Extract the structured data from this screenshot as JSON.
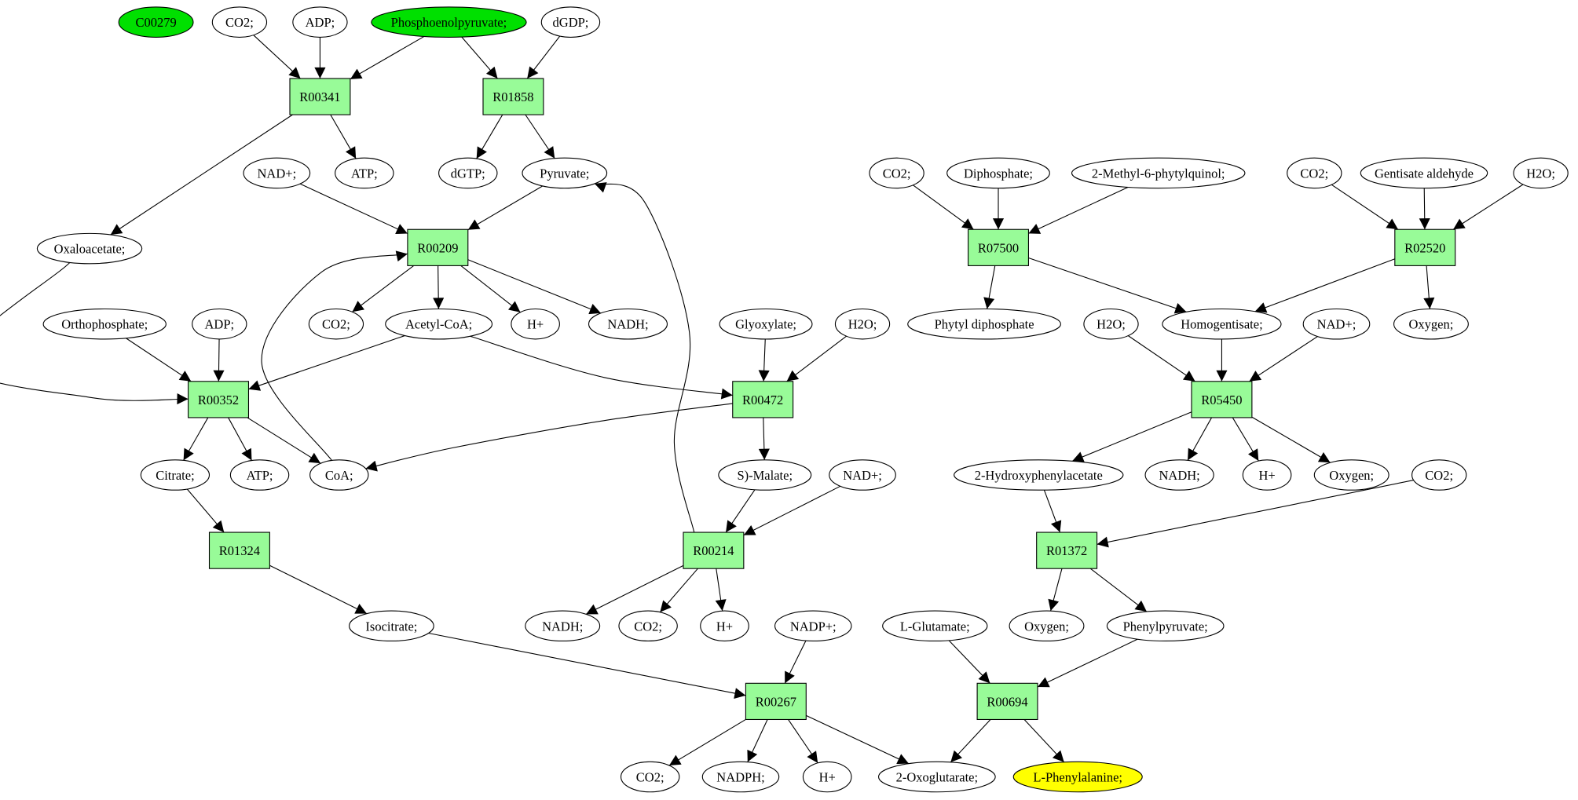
{
  "metabolites": [
    {
      "id": "m1",
      "label": "C00279",
      "role": "start"
    },
    {
      "id": "m2",
      "label": "CO2;"
    },
    {
      "id": "m3",
      "label": "ADP;"
    },
    {
      "id": "m4",
      "label": "Phosphoenolpyruvate;",
      "role": "start"
    },
    {
      "id": "m5",
      "label": "dGDP;"
    },
    {
      "id": "m6",
      "label": "NAD+;"
    },
    {
      "id": "m7",
      "label": "ATP;"
    },
    {
      "id": "m8",
      "label": "dGTP;"
    },
    {
      "id": "m9",
      "label": "Pyruvate;"
    },
    {
      "id": "m10",
      "label": "Oxaloacetate;"
    },
    {
      "id": "m11",
      "label": "Orthophosphate;"
    },
    {
      "id": "m12",
      "label": "ADP;"
    },
    {
      "id": "m13",
      "label": "CO2;"
    },
    {
      "id": "m14",
      "label": "Acetyl-CoA;"
    },
    {
      "id": "m15",
      "label": "H+"
    },
    {
      "id": "m16",
      "label": "NADH;"
    },
    {
      "id": "m17",
      "label": "Glyoxylate;"
    },
    {
      "id": "m18",
      "label": "H2O;"
    },
    {
      "id": "m19",
      "label": "Citrate;"
    },
    {
      "id": "m20",
      "label": "ATP;"
    },
    {
      "id": "m21",
      "label": "CoA;"
    },
    {
      "id": "m22",
      "label": "S)-Malate;"
    },
    {
      "id": "m23",
      "label": "NAD+;"
    },
    {
      "id": "m24",
      "label": "Isocitrate;"
    },
    {
      "id": "m25",
      "label": "NADH;"
    },
    {
      "id": "m26",
      "label": "CO2;"
    },
    {
      "id": "m27",
      "label": "H+"
    },
    {
      "id": "m28",
      "label": "NADP+;"
    },
    {
      "id": "m29",
      "label": "CO2;"
    },
    {
      "id": "m30",
      "label": "NADPH;"
    },
    {
      "id": "m31",
      "label": "H+"
    },
    {
      "id": "m32",
      "label": "2-Oxoglutarate;"
    },
    {
      "id": "m33",
      "label": "L-Phenylalanine;",
      "role": "target"
    },
    {
      "id": "m34",
      "label": "L-Glutamate;"
    },
    {
      "id": "m35",
      "label": "Oxygen;"
    },
    {
      "id": "m36",
      "label": "Phenylpyruvate;"
    },
    {
      "id": "m37",
      "label": "CO2;"
    },
    {
      "id": "m38",
      "label": "Diphosphate;"
    },
    {
      "id": "m39",
      "label": "2-Methyl-6-phytylquinol;"
    },
    {
      "id": "m40",
      "label": "CO2;"
    },
    {
      "id": "m41",
      "label": "Gentisate aldehyde"
    },
    {
      "id": "m42",
      "label": "H2O;"
    },
    {
      "id": "m43",
      "label": "Phytyl diphosphate"
    },
    {
      "id": "m44",
      "label": "H2O;"
    },
    {
      "id": "m45",
      "label": "Homogentisate;"
    },
    {
      "id": "m46",
      "label": "NAD+;"
    },
    {
      "id": "m47",
      "label": "Oxygen;"
    },
    {
      "id": "m48",
      "label": "2-Hydroxyphenylacetate"
    },
    {
      "id": "m49",
      "label": "NADH;"
    },
    {
      "id": "m50",
      "label": "H+"
    },
    {
      "id": "m51",
      "label": "Oxygen;"
    },
    {
      "id": "m52",
      "label": "CO2;"
    }
  ],
  "reactions": [
    {
      "id": "r1",
      "label": "R00341"
    },
    {
      "id": "r2",
      "label": "R01858"
    },
    {
      "id": "r3",
      "label": "R00209"
    },
    {
      "id": "r4",
      "label": "R00352"
    },
    {
      "id": "r5",
      "label": "R00472"
    },
    {
      "id": "r6",
      "label": "R01324"
    },
    {
      "id": "r7",
      "label": "R00214"
    },
    {
      "id": "r8",
      "label": "R00267"
    },
    {
      "id": "r9",
      "label": "R00694"
    },
    {
      "id": "r10",
      "label": "R07500"
    },
    {
      "id": "r11",
      "label": "R02520"
    },
    {
      "id": "r12",
      "label": "R05450"
    },
    {
      "id": "r13",
      "label": "R01372"
    }
  ],
  "edges": [
    [
      "m2",
      "r1"
    ],
    [
      "m3",
      "r1"
    ],
    [
      "m4",
      "r1"
    ],
    [
      "r1",
      "m7"
    ],
    [
      "r1",
      "m10"
    ],
    [
      "m4",
      "r2"
    ],
    [
      "m5",
      "r2"
    ],
    [
      "r2",
      "m8"
    ],
    [
      "r2",
      "m9"
    ],
    [
      "m6",
      "r3"
    ],
    [
      "m9",
      "r3"
    ],
    [
      "m21",
      "r3"
    ],
    [
      "r3",
      "m13"
    ],
    [
      "r3",
      "m14"
    ],
    [
      "r3",
      "m15"
    ],
    [
      "r3",
      "m16"
    ],
    [
      "m10",
      "r4"
    ],
    [
      "m11",
      "r4"
    ],
    [
      "m12",
      "r4"
    ],
    [
      "m14",
      "r4"
    ],
    [
      "r4",
      "m19"
    ],
    [
      "r4",
      "m20"
    ],
    [
      "r4",
      "m21"
    ],
    [
      "m14",
      "r5"
    ],
    [
      "m17",
      "r5"
    ],
    [
      "m18",
      "r5"
    ],
    [
      "r5",
      "m21"
    ],
    [
      "r5",
      "m22"
    ],
    [
      "m19",
      "r6"
    ],
    [
      "r6",
      "m24"
    ],
    [
      "m22",
      "r7"
    ],
    [
      "m23",
      "r7"
    ],
    [
      "r7",
      "m9"
    ],
    [
      "r7",
      "m25"
    ],
    [
      "r7",
      "m26"
    ],
    [
      "r7",
      "m27"
    ],
    [
      "m24",
      "r8"
    ],
    [
      "m28",
      "r8"
    ],
    [
      "r8",
      "m29"
    ],
    [
      "r8",
      "m30"
    ],
    [
      "r8",
      "m31"
    ],
    [
      "r8",
      "m32"
    ],
    [
      "m34",
      "r9"
    ],
    [
      "m36",
      "r9"
    ],
    [
      "r9",
      "m32"
    ],
    [
      "r9",
      "m33"
    ],
    [
      "m37",
      "r10"
    ],
    [
      "m38",
      "r10"
    ],
    [
      "m39",
      "r10"
    ],
    [
      "r10",
      "m43"
    ],
    [
      "r10",
      "m45"
    ],
    [
      "m40",
      "r11"
    ],
    [
      "m41",
      "r11"
    ],
    [
      "m42",
      "r11"
    ],
    [
      "r11",
      "m45"
    ],
    [
      "r11",
      "m47"
    ],
    [
      "m44",
      "r12"
    ],
    [
      "m45",
      "r12"
    ],
    [
      "m46",
      "r12"
    ],
    [
      "r12",
      "m48"
    ],
    [
      "r12",
      "m49"
    ],
    [
      "r12",
      "m50"
    ],
    [
      "r12",
      "m51"
    ],
    [
      "m48",
      "r13"
    ],
    [
      "m52",
      "r13"
    ],
    [
      "r13",
      "m35"
    ],
    [
      "r13",
      "m36"
    ]
  ]
}
